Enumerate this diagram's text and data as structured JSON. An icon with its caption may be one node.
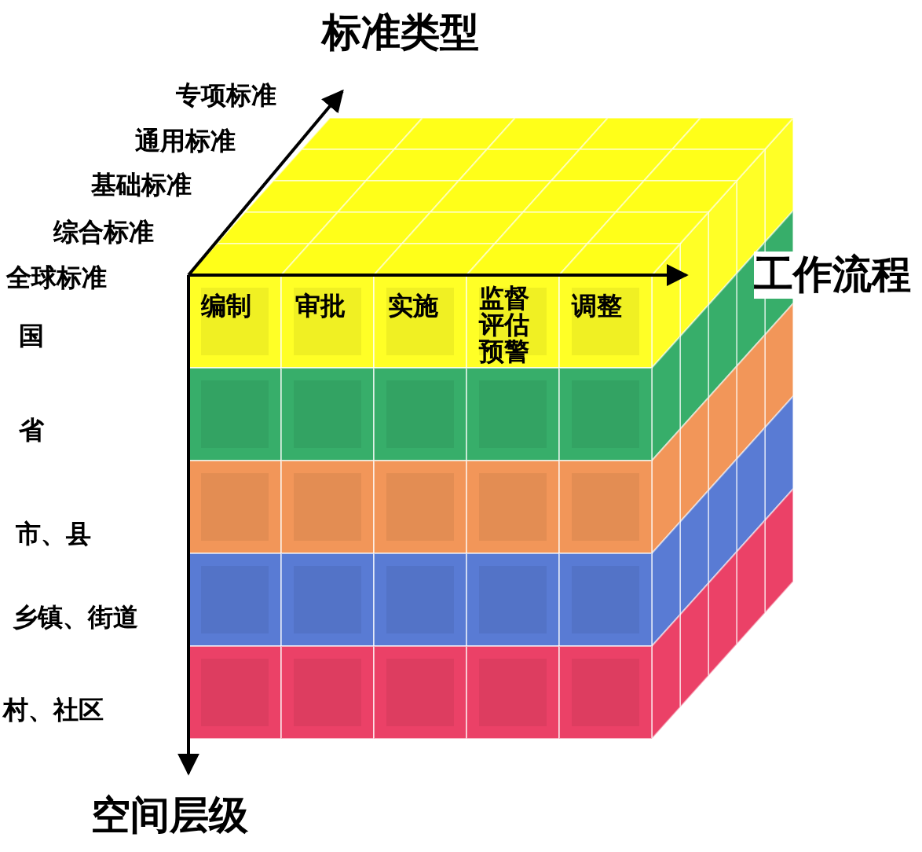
{
  "diagram": {
    "labels": [
      "标准类型",
      "专项标准",
      "通用标准",
      "基础标准",
      "综合标准",
      "全球标准",
      "工作流程",
      "国",
      "编制",
      "审批",
      "实施",
      "监督评估预警",
      "调整",
      "省",
      "市、县",
      "乡镇、街道",
      "村、社区",
      "空间层级"
    ]
  }
}
